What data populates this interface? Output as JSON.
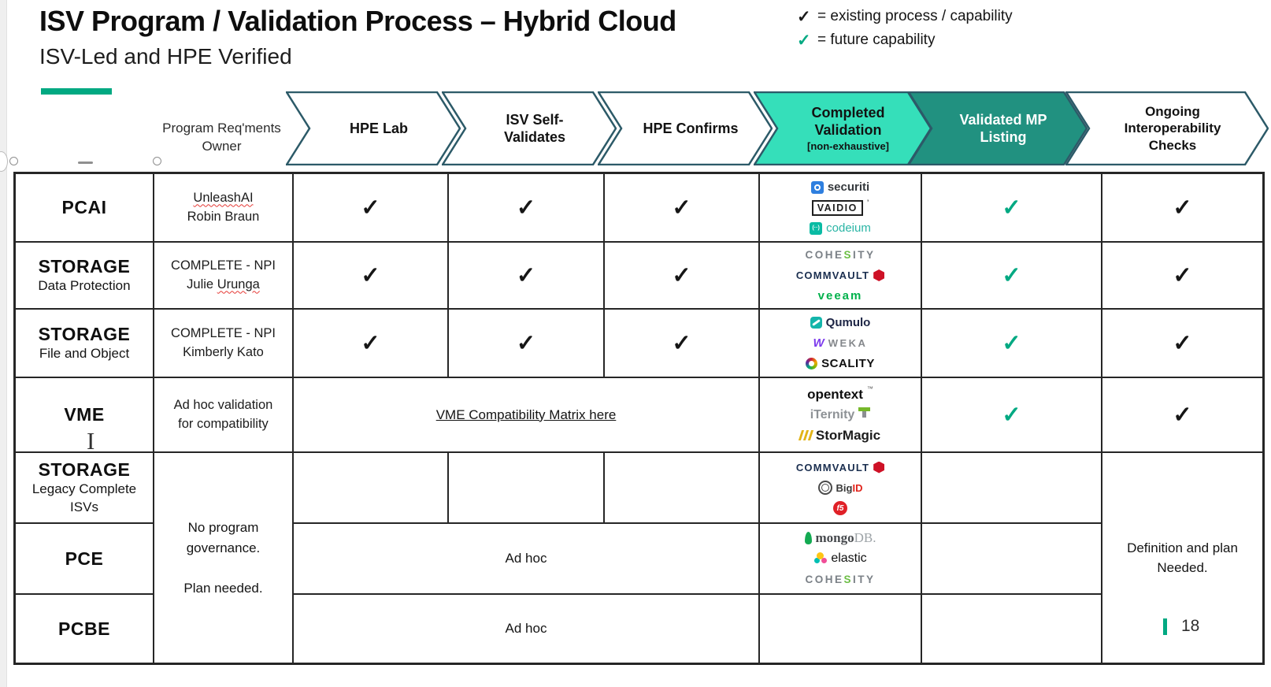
{
  "title": "ISV Program / Validation Process – Hybrid Cloud",
  "subtitle": "ISV-Led and HPE Verified",
  "legend": {
    "existing_symbol": "✓",
    "existing_label": "= existing process / capability",
    "future_symbol": "✓",
    "future_label": "= future capability"
  },
  "colors": {
    "hpe_green": "#01A982",
    "chevron_border": "#2C5A68",
    "completed_fill": "#35DFBA",
    "mp_fill": "#219180",
    "check_black": "#161616",
    "check_green": "#01A982",
    "grid_line": "#262626",
    "squiggle_red": "#E53935"
  },
  "header": {
    "owner_label": "Program Req'ments\nOwner",
    "stages": [
      {
        "label": "HPE Lab"
      },
      {
        "label": "ISV Self-\nValidates"
      },
      {
        "label": "HPE Confirms"
      },
      {
        "label": "Completed\nValidation",
        "sub": "[non-exhaustive]"
      },
      {
        "label": "Validated MP\nListing"
      },
      {
        "label": "Ongoing\nInteroperability\nChecks"
      }
    ]
  },
  "check_symbol": "✓",
  "rows": {
    "pcai": {
      "program": "PCAI",
      "owner_line1": "UnleashAI",
      "owner_line2": "Robin Braun"
    },
    "storage_dp": {
      "program": "STORAGE",
      "sub": "Data Protection",
      "owner_line1": "COMPLETE - NPI",
      "owner_line2_pre": "Julie ",
      "owner_line2_squiggle": "Urunga"
    },
    "storage_fo": {
      "program": "STORAGE",
      "sub": "File and Object",
      "owner_line1": "COMPLETE - NPI",
      "owner_line2": "Kimberly Kato"
    },
    "vme": {
      "program": "VME",
      "owner": "Ad hoc validation\nfor compatibility",
      "link": "VME Compatibility Matrix here"
    },
    "storage_legacy": {
      "program": "STORAGE",
      "sub": "Legacy Complete\nISVs"
    },
    "pce": {
      "program": "PCE",
      "adhoc": "Ad hoc"
    },
    "pcbe": {
      "program": "PCBE",
      "adhoc": "Ad hoc"
    }
  },
  "merged": {
    "governance": "No program\ngovernance.\n\nPlan needed.",
    "definition": "Definition and plan\nNeeded."
  },
  "logos": {
    "securiti": {
      "text": "securiti"
    },
    "vaidio": {
      "text": "VAIDIO",
      "mark": "’"
    },
    "codeium": {
      "icon": "(··)",
      "text": "codeium"
    },
    "cohesity": {
      "p1": "COHE",
      "p2": "S",
      "p3": "ITY"
    },
    "commvault": {
      "text": "COMMVAULT"
    },
    "veeam": {
      "text": "veeam"
    },
    "qumulo": {
      "text": "Qumulo"
    },
    "weka": {
      "icon": "W",
      "text": "WEKA"
    },
    "scality": {
      "text": "SCALITY"
    },
    "opentext": {
      "text": "opentext",
      "tm": "™"
    },
    "iternity": {
      "text": "iTernity"
    },
    "stormagic": {
      "text": "StorMagic"
    },
    "bigid": {
      "p1": "Big",
      "p2": "ID"
    },
    "f5": {
      "text": "f5"
    },
    "mongodb": {
      "p1": "mongo",
      "p2": "DB."
    },
    "elastic": {
      "text": "elastic"
    }
  },
  "cursor_glyph": "I",
  "page_number": "18"
}
